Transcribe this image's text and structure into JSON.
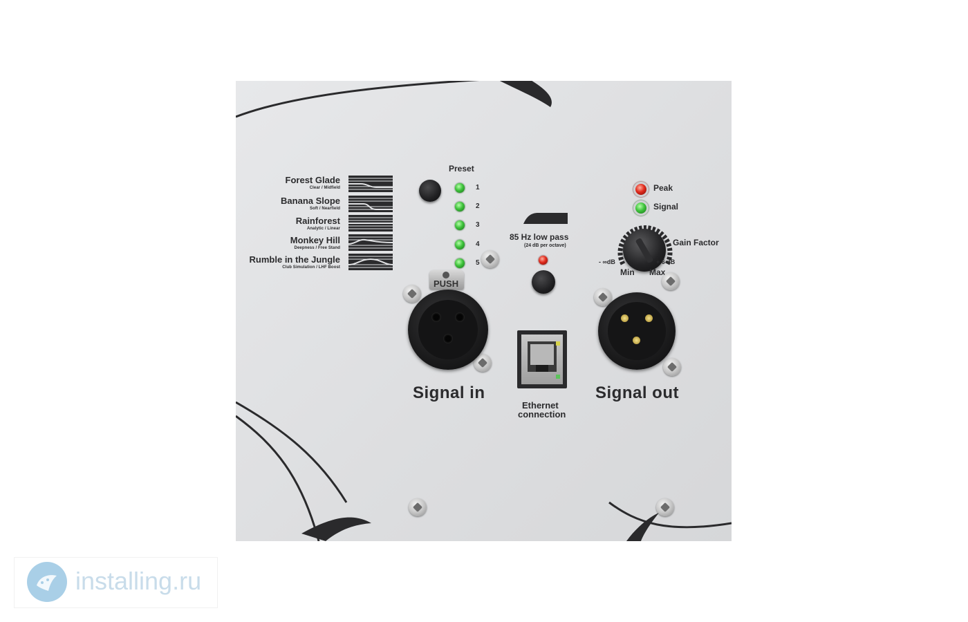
{
  "presets": {
    "title": "Preset",
    "items": [
      {
        "name": "Forest Glade",
        "sub": "Clear / Midfield",
        "number": "1"
      },
      {
        "name": "Banana Slope",
        "sub": "Soft / Nearfield",
        "number": "2"
      },
      {
        "name": "Rainforest",
        "sub": "Analytic / Linear",
        "number": "3"
      },
      {
        "name": "Monkey Hill",
        "sub": "Deepness / Free Stand",
        "number": "4"
      },
      {
        "name": "Rumble in the Jungle",
        "sub": "Club Simulation / LHF Boost",
        "number": "5"
      }
    ]
  },
  "lowpass": {
    "label": "85 Hz low pass",
    "sub": "(24 dB per octave)"
  },
  "indicators": {
    "peak": "Peak",
    "signal": "Signal"
  },
  "gain": {
    "label": "Gain Factor",
    "min_db": "- ∞dB",
    "max_db": "+ 6 dB",
    "min": "Min",
    "max": "Max"
  },
  "push_label": "PUSH",
  "signal_in": "Signal in",
  "signal_out": "Signal out",
  "ethernet": {
    "line1": "Ethernet",
    "line2": "connection"
  },
  "watermark": "installing.ru",
  "colors": {
    "led_green": "#3fc33c",
    "led_red": "#e12a1c",
    "panel": "#e2e3e5",
    "print": "#2b2b2d"
  }
}
